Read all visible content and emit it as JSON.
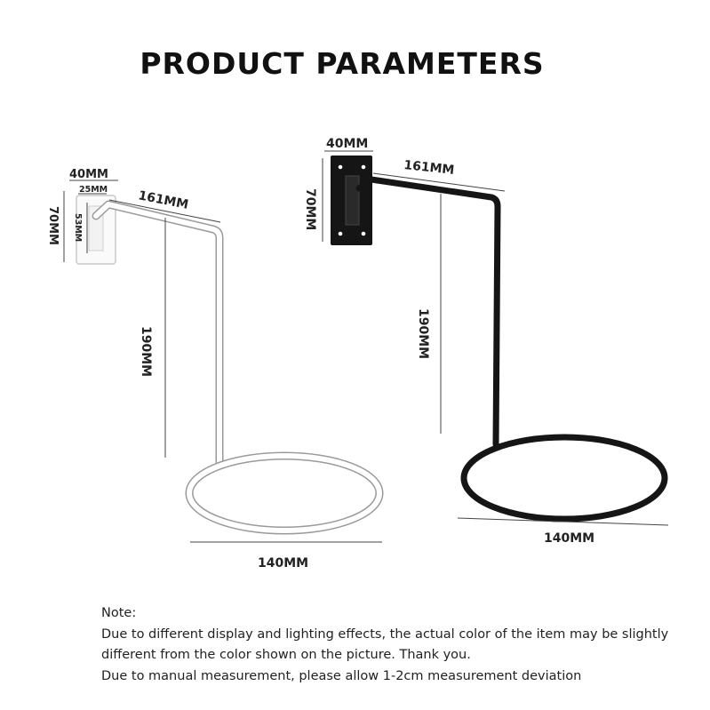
{
  "title": "PRODUCT PARAMETERS",
  "white_hanger": {
    "plate_width": "40MM",
    "hole_spacing_h": "25MM",
    "hole_spacing_v": "53MM",
    "plate_height": "70MM",
    "arm_length": "161MM",
    "drop_height": "190MM",
    "ring_diameter": "140MM",
    "color": "#ffffff"
  },
  "black_hanger": {
    "plate_width": "40MM",
    "plate_height": "70MM",
    "arm_length": "161MM",
    "drop_height": "190MM",
    "ring_diameter": "140MM",
    "color": "#1a1a1a"
  },
  "notes": {
    "heading": "Note:",
    "line1": "Due to different display and lighting effects, the actual color of the item may be slightly",
    "line2": "different from the color shown on the picture. Thank you.",
    "line3": "Due to manual measurement, please allow 1-2cm measurement deviation"
  }
}
